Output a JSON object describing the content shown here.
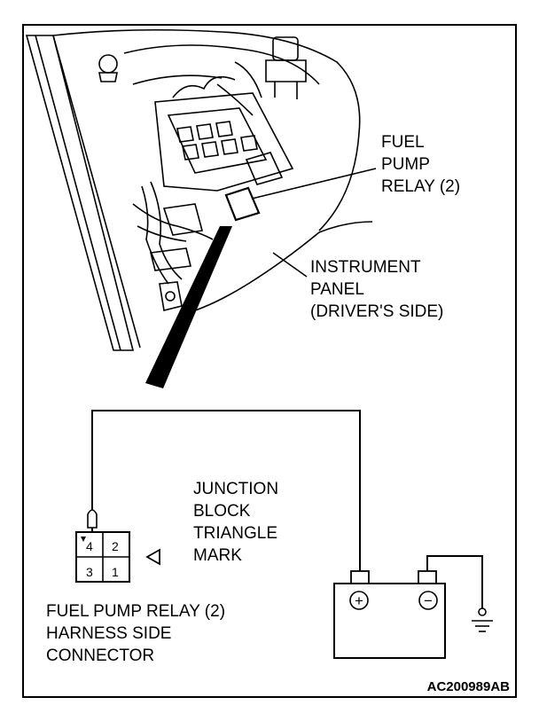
{
  "labels": {
    "fuel_pump_relay": [
      "FUEL",
      "PUMP",
      "RELAY (2)"
    ],
    "instrument_panel": [
      "INSTRUMENT",
      "PANEL",
      "(DRIVER'S SIDE)"
    ],
    "junction_block": [
      "JUNCTION",
      "BLOCK",
      "TRIANGLE",
      "MARK"
    ],
    "connector_caption": [
      "FUEL PUMP RELAY (2)",
      "HARNESS SIDE",
      "CONNECTOR"
    ],
    "figure_id": "AC200989AB"
  },
  "connector_pins": [
    "4",
    "2",
    "3",
    "1"
  ],
  "battery_terminals": {
    "positive": "+",
    "negative": "−"
  }
}
